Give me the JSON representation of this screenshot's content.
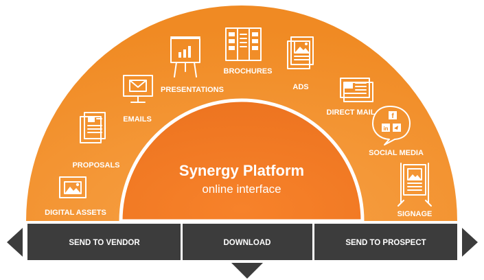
{
  "center": {
    "title": "Synergy Platform",
    "subtitle": "online interface"
  },
  "channels": [
    {
      "label": "DIGITAL ASSETS",
      "icon": "digital-assets-icon"
    },
    {
      "label": "PROPOSALS",
      "icon": "proposals-icon"
    },
    {
      "label": "EMAILS",
      "icon": "emails-icon"
    },
    {
      "label": "PRESENTATIONS",
      "icon": "presentations-icon"
    },
    {
      "label": "BROCHURES",
      "icon": "brochures-icon"
    },
    {
      "label": "ADS",
      "icon": "ads-icon"
    },
    {
      "label": "DIRECT MAIL",
      "icon": "direct-mail-icon"
    },
    {
      "label": "SOCIAL MEDIA",
      "icon": "social-media-icon"
    },
    {
      "label": "SIGNAGE",
      "icon": "signage-icon"
    }
  ],
  "actions": [
    {
      "label": "SEND TO VENDOR"
    },
    {
      "label": "DOWNLOAD"
    },
    {
      "label": "SEND TO PROSPECT"
    }
  ],
  "colors": {
    "outer": "#f08a23",
    "inner": "#ed7420",
    "bar": "#3c3c3c",
    "text": "#ffffff"
  }
}
